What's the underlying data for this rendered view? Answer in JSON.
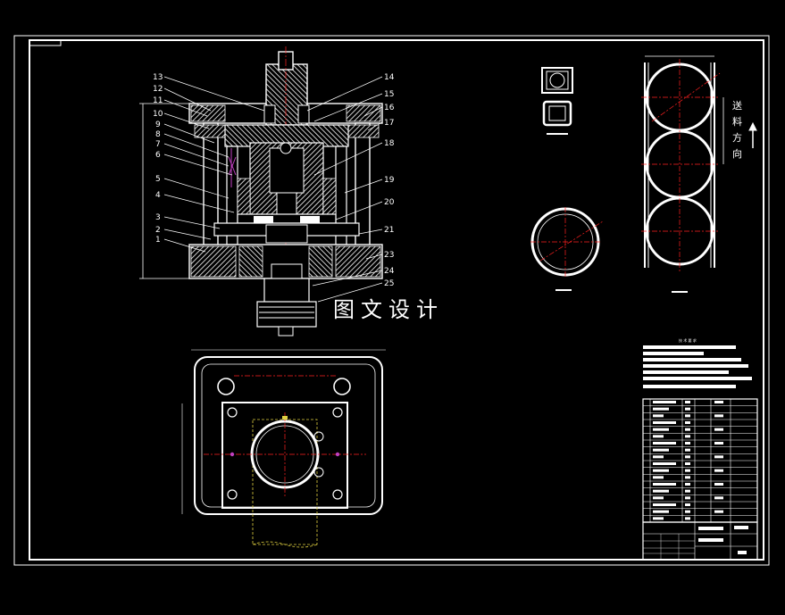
{
  "watermark": "图文设计",
  "callouts_left": [
    "13",
    "12",
    "11",
    "10",
    "9",
    "8",
    "7",
    "6",
    "5",
    "4",
    "3",
    "2",
    "1"
  ],
  "callouts_right": [
    "14",
    "15",
    "16",
    "17",
    "18",
    "19",
    "20",
    "21",
    "23",
    "24",
    "25"
  ],
  "feed_direction": [
    "送",
    "料",
    "方",
    "向"
  ],
  "tech_requirements_title": "技 术 要 求",
  "colors": {
    "background": "#000000",
    "line": "#ffffff",
    "centerline": "#ff2020",
    "accent_purple": "#c040c0",
    "hidden_yellow": "#e0d040",
    "hatch": "#ffffff"
  }
}
